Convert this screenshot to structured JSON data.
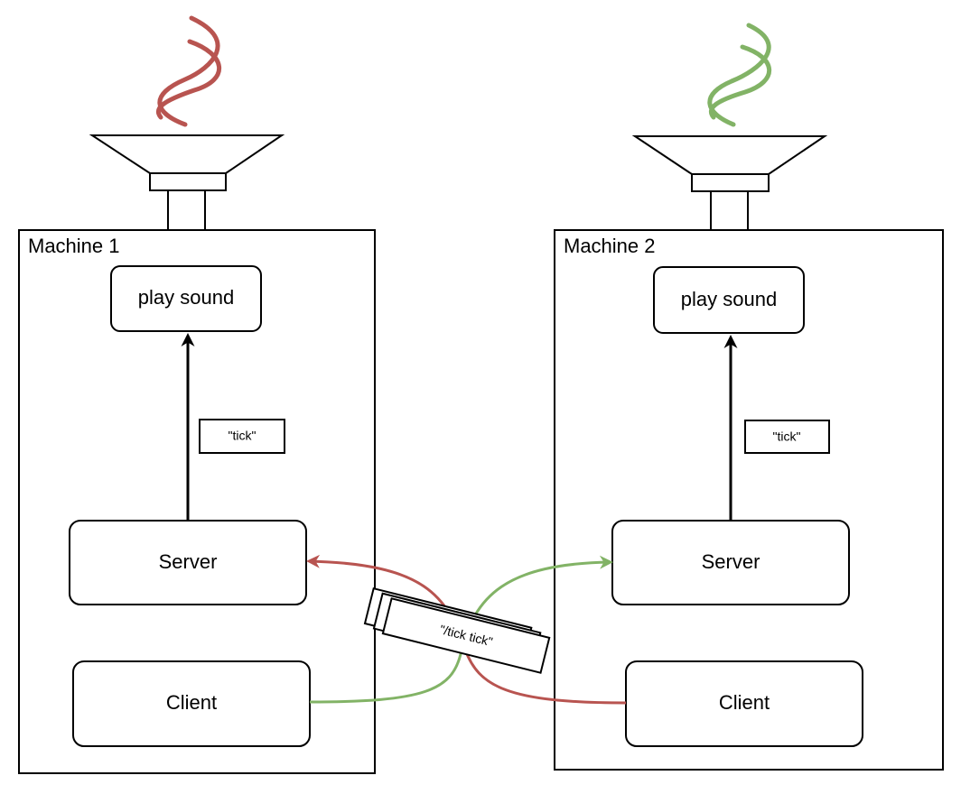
{
  "machines": [
    {
      "title": "Machine 1",
      "play_sound_label": "play sound",
      "message_label": "\"tick\"",
      "server_label": "Server",
      "client_label": "Client",
      "wave_color": "#b85450"
    },
    {
      "title": "Machine 2",
      "play_sound_label": "play sound",
      "message_label": "\"tick\"",
      "server_label": "Server",
      "client_label": "Client",
      "wave_color": "#82b366"
    }
  ],
  "network_message": {
    "label": "\"/tick tick\""
  },
  "connections": [
    {
      "from": "Machine 1 Client",
      "to": "Machine 2 Server",
      "color": "#82b366"
    },
    {
      "from": "Machine 2 Client",
      "to": "Machine 1 Server",
      "color": "#b85450"
    }
  ],
  "colors": {
    "red": "#b85450",
    "green": "#82b366",
    "stroke": "#000000"
  }
}
